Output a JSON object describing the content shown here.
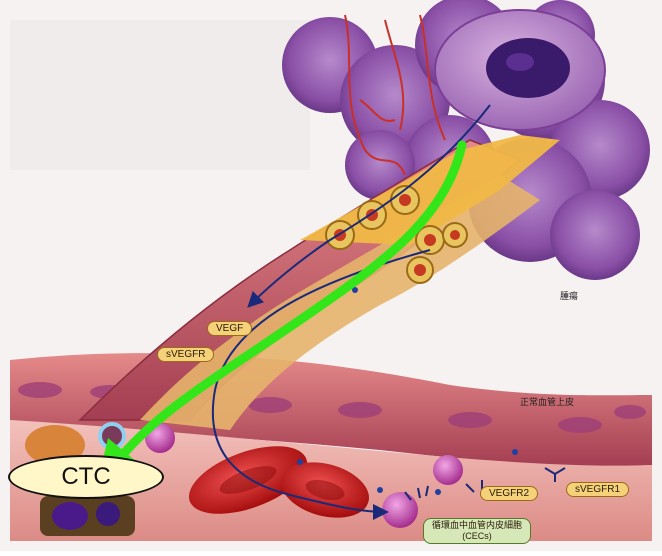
{
  "labels": {
    "tumor": "腫瘍",
    "normal_endothelium": "正常血管上皮",
    "vegf": "VEGF",
    "svegfr": "sVEGFR",
    "vegfr2": "VEGFR2",
    "svegfr1": "sVEGFR1",
    "cecs_line1": "循環血中血管内皮細胞",
    "cecs_line2": "(CECs)",
    "ctc": "CTC"
  },
  "colors": {
    "tumor": "#8a4fa6",
    "tumor_dark": "#5b2a78",
    "vessel_wall": "#c9596a",
    "vessel_lumen": "#e9a9a4",
    "sprout": "#e7a73a",
    "arrow_green": "#33e61a",
    "arrow_navy": "#1a2a7a",
    "rbc": "#c91818",
    "cec": "#c94ab0"
  }
}
